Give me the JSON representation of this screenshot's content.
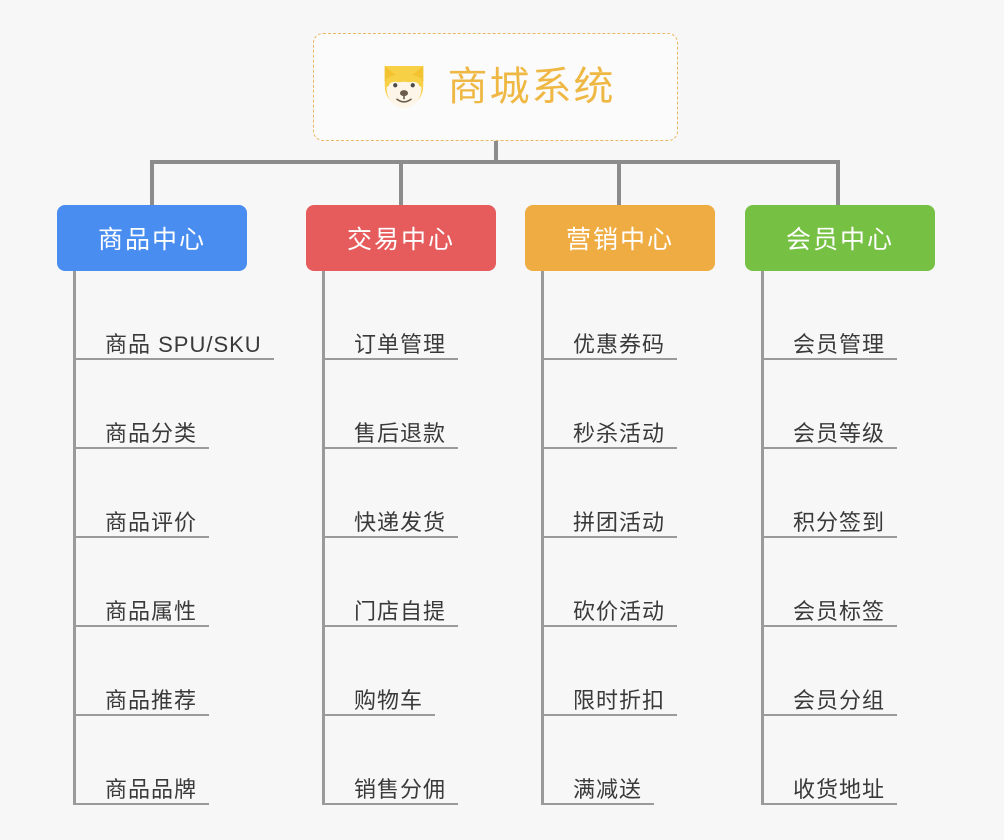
{
  "diagram": {
    "title": "商城系统",
    "root_icon": "shiba-dog-face-icon",
    "root": {
      "label": "商城系统",
      "border_color": "#e8b860",
      "text_color": "#efb845",
      "background": "#fbfbfb"
    },
    "canvas_background": "#f7f7f7",
    "connector_color": "#8c8c8c",
    "columns": [
      {
        "label": "商品中心",
        "color": "#4a8df0",
        "text_color": "#ffffff",
        "items": [
          "商品 SPU/SKU",
          "商品分类",
          "商品评价",
          "商品属性",
          "商品推荐",
          "商品品牌"
        ]
      },
      {
        "label": "交易中心",
        "color": "#e65c5c",
        "text_color": "#ffffff",
        "items": [
          "订单管理",
          "售后退款",
          "快递发货",
          "门店自提",
          "购物车",
          "销售分佣"
        ]
      },
      {
        "label": "营销中心",
        "color": "#eeac43",
        "text_color": "#ffffff",
        "items": [
          "优惠券码",
          "秒杀活动",
          "拼团活动",
          "砍价活动",
          "限时折扣",
          "满减送"
        ]
      },
      {
        "label": "会员中心",
        "color": "#76c043",
        "text_color": "#ffffff",
        "items": [
          "会员管理",
          "会员等级",
          "积分签到",
          "会员标签",
          "会员分组",
          "收货地址"
        ]
      }
    ]
  }
}
